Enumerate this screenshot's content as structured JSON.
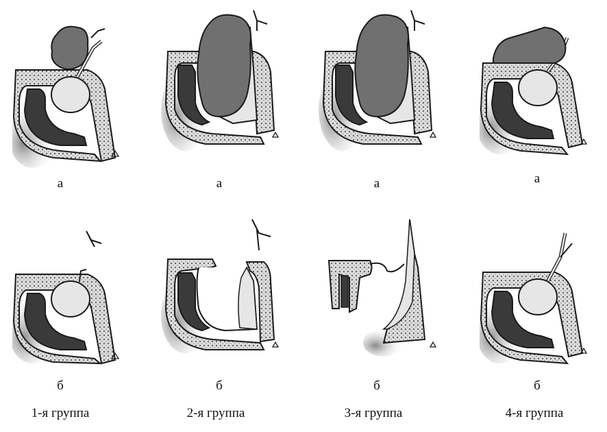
{
  "groups": [
    {
      "label": "1-я группа",
      "top_label": "а",
      "bottom_label": "б"
    },
    {
      "label": "2-я группа",
      "top_label": "а",
      "bottom_label": "б"
    },
    {
      "label": "3-я группа",
      "top_label": "а",
      "bottom_label": "б"
    },
    {
      "label": "4-я группа",
      "top_label": "а",
      "bottom_label": "б"
    }
  ],
  "colors": {
    "bone": "#d8d8d8",
    "cavity_dark": "#3a3a3a",
    "cyst_gray": "#707070",
    "lumen_light": "#e6e6e6",
    "outline": "#1a1a1a"
  }
}
